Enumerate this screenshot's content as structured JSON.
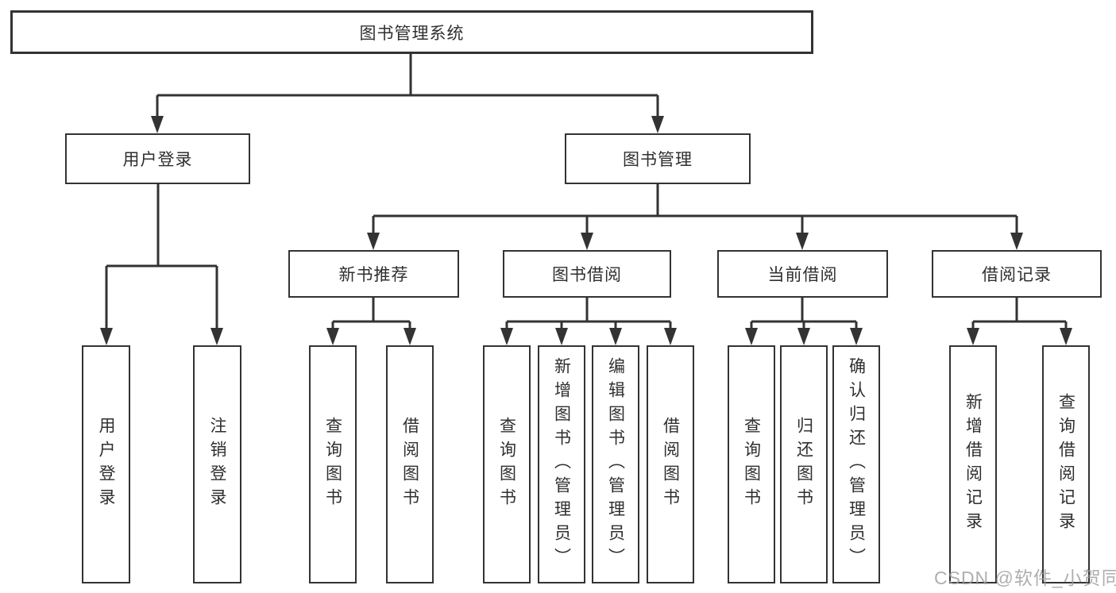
{
  "diagram": {
    "kind": "hierarchy-tree",
    "colors": {
      "line": "#333333",
      "text": "#2f2f2f",
      "background": "#ffffff",
      "watermark": "#9b9b9b"
    },
    "nodes": {
      "root": "图书管理系统",
      "level2": [
        "用户登录",
        "图书管理"
      ],
      "level3": [
        "新书推荐",
        "图书借阅",
        "当前借阅",
        "借阅记录"
      ],
      "leaves": {
        "user_login": [
          "用户登录",
          "注销登录"
        ],
        "new_book_recommend": [
          "查询图书",
          "借阅图书"
        ],
        "book_borrow": [
          "查询图书",
          "新增图书（管理员）",
          "编辑图书（管理员）",
          "借阅图书"
        ],
        "current_borrow": [
          "查询图书",
          "归还图书",
          "确认归还（管理员）"
        ],
        "borrow_records": [
          "新增借阅记录",
          "查询借阅记录"
        ]
      }
    },
    "watermark": "CSDN @软件_小贺同学"
  }
}
